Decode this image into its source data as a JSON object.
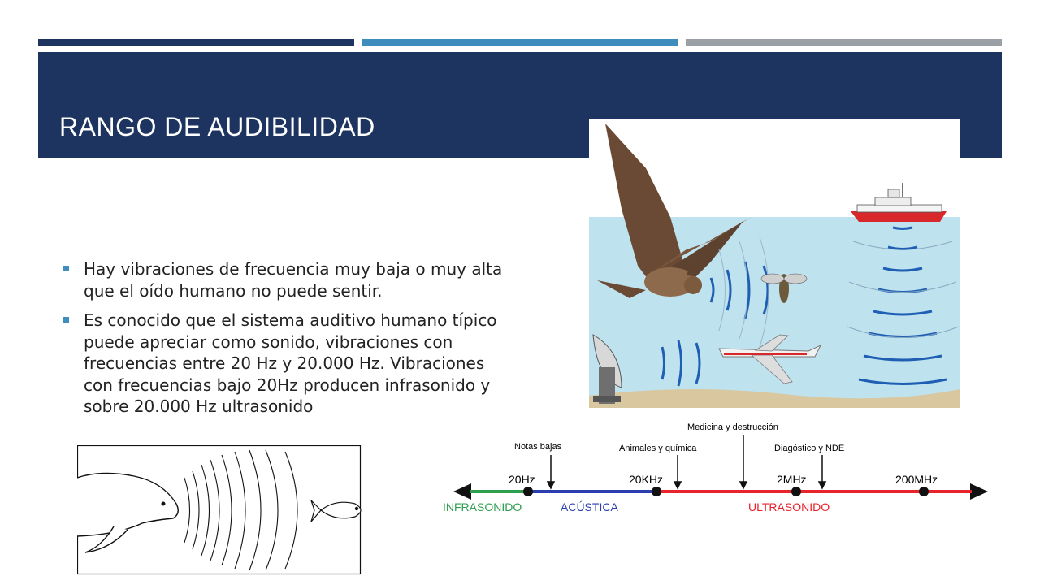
{
  "slide": {
    "title": "RANGO DE AUDIBILIDAD",
    "bullets": [
      "Hay vibraciones de frecuencia muy baja o muy alta que el oído humano no puede sentir.",
      "Es conocido que el sistema auditivo humano típico puede apreciar como sonido, vibraciones con frecuencias entre 20 Hz y 20.000 Hz. Vibraciones con frecuencias bajo 20Hz producen infrasonido y sobre 20.000 Hz ultrasonido"
    ]
  },
  "spectrum": {
    "points": [
      "20Hz",
      "20KHz",
      "2MHz",
      "200MHz"
    ],
    "annotations": [
      "Notas bajas",
      "Animales y química",
      "Medicina y destrucción",
      "Diagóstico y NDE"
    ],
    "bands": [
      "INFRASONIDO",
      "ACÚSTICA",
      "ULTRASONIDO"
    ]
  },
  "colors": {
    "header": "#1d3461",
    "accent_blue": "#3e8dbd",
    "accent_gray": "#9aa0a6",
    "infra_green": "#2e9e4f",
    "acoustic_blue": "#2a3eb1",
    "ultra_red": "#e8232c"
  },
  "icons": [
    "bat-illustration",
    "ship-icon",
    "airplane-icon",
    "insect-icon",
    "radar-dish-icon",
    "dolphin-illustration",
    "fish-icon"
  ]
}
